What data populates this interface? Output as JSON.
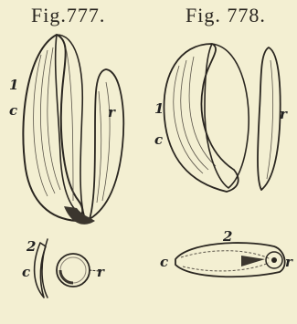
{
  "figures": [
    {
      "title": "Fig.777.",
      "labels": {
        "one": "1",
        "c": "c",
        "r": "r",
        "two": "2",
        "c2": "c",
        "r2": "r"
      }
    },
    {
      "title": "Fig. 778.",
      "labels": {
        "one": "1",
        "c": "c",
        "r": "r",
        "two": "2",
        "c2": "c",
        "r2": "r"
      }
    }
  ],
  "colors": {
    "paper": "#f3efd2",
    "ink": "#2a2620",
    "shade": "#5b554a"
  }
}
